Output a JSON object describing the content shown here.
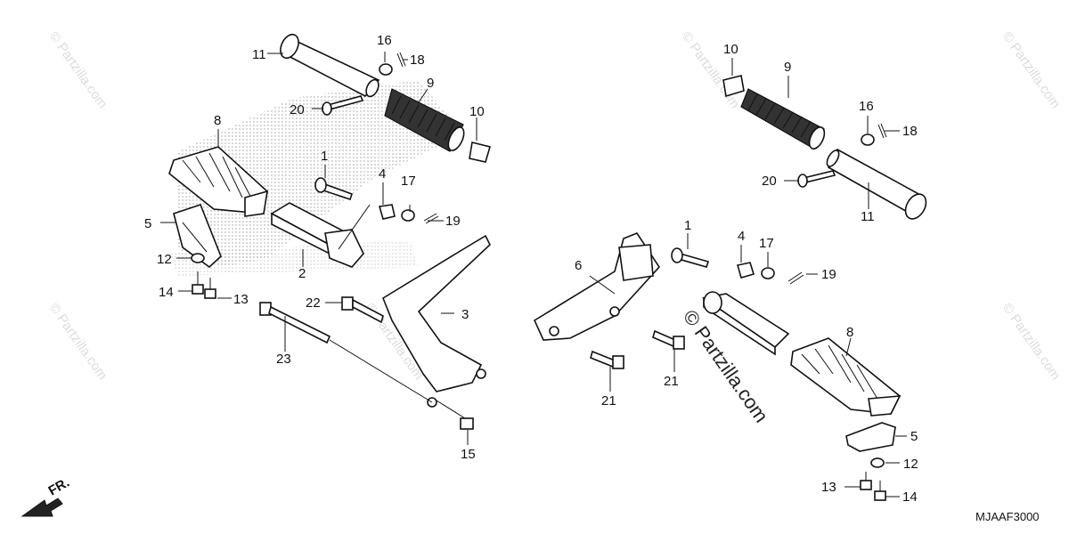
{
  "diagram": {
    "drawing_code": "MJAAF3000",
    "direction_label": "FR.",
    "watermark_small": "© Partzilla.com",
    "watermark_main": "© Partzilla.com",
    "callouts": {
      "L11": "11",
      "L16": "16",
      "L18": "18",
      "L9": "9",
      "L20": "20",
      "L10": "10",
      "L8": "8",
      "L1": "1",
      "L4": "4",
      "L17": "17",
      "L19": "19",
      "L5": "5",
      "L2": "2",
      "L12": "12",
      "L14": "14",
      "L13": "13",
      "L22": "22",
      "L3": "3",
      "L23": "23",
      "L15": "15",
      "R10": "10",
      "R9": "9",
      "R16": "16",
      "R18": "18",
      "R20": "20",
      "R11": "11",
      "R1": "1",
      "R4": "4",
      "R17": "17",
      "R19": "19",
      "R6": "6",
      "R21a": "21",
      "R21b": "21",
      "R8": "8",
      "R5": "5",
      "R12": "12",
      "R13": "13",
      "R14": "14"
    }
  }
}
